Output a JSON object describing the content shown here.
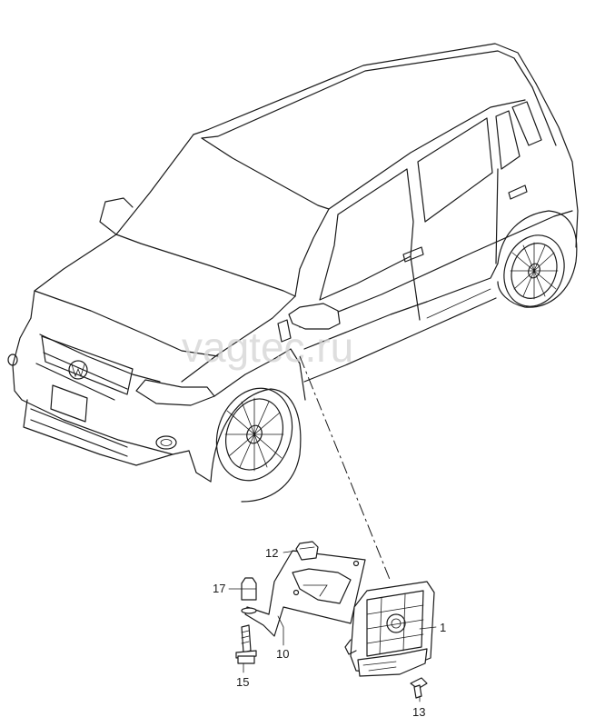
{
  "watermark": "vagtec.ru",
  "callouts": {
    "c1": "1",
    "c10": "10",
    "c12": "12",
    "c13": "13",
    "c15": "15",
    "c17": "17"
  }
}
